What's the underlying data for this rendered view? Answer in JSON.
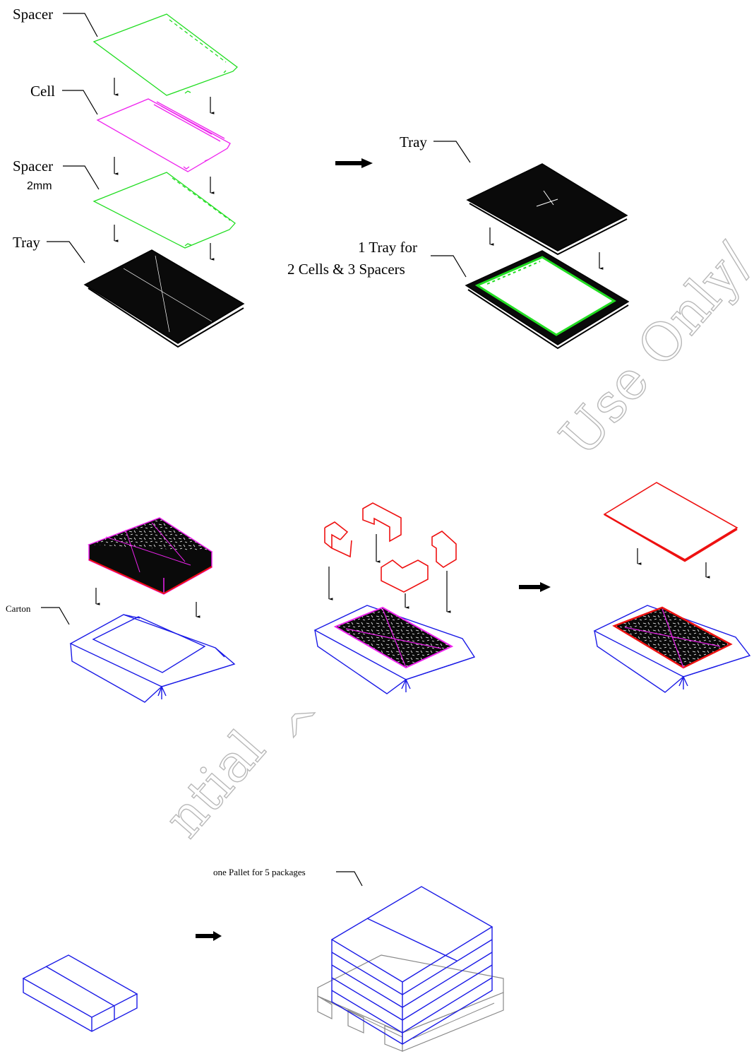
{
  "labels": {
    "spacer_top": "Spacer",
    "cell": "Cell",
    "spacer_mid": "Spacer",
    "spacer_mid_note": "2mm",
    "tray_left": "Tray",
    "tray_right": "Tray",
    "tray_for_line1": "1 Tray for",
    "tray_for_line2": "2 Cells & 3 Spacers",
    "carton": "Carton",
    "pallet": "one Pallet for 5 packages"
  },
  "watermark": {
    "left_part": "ntial",
    "right_part": "Use Only/",
    "stray_mark": "^"
  },
  "colors": {
    "spacer": "#22dd22",
    "cell": "#ee22ee",
    "carton": "#1a1ae6",
    "corner_pad": "#ee1111",
    "tray": "#0a0a0a",
    "pallet": "#888888",
    "watermark": "#b8b8b8"
  }
}
